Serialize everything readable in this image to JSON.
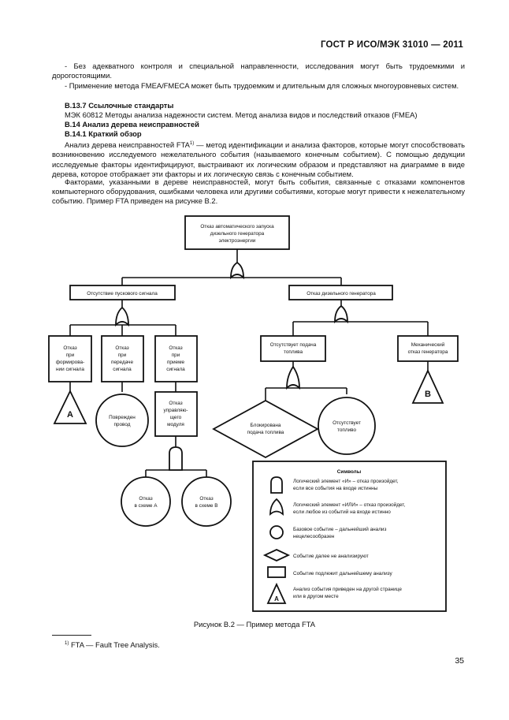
{
  "header": "ГОСТ Р ИСО/МЭК 31010 — 2011",
  "paragraphs": {
    "p1": "- Без адекватного контроля и специальной направленности, исследования могут быть трудоемкими и дорогостоящими.",
    "p2": "- Применение метода FMEA/FMECA может быть трудоемким и длительным для сложных многоуровневых систем.",
    "h1": "B.13.7 Ссылочные стандарты",
    "p3": "МЭК 60812 Методы анализа надежности систем. Метод анализа видов и последствий отказов (FMEA)",
    "h2": "B.14 Анализ дерева неисправностей",
    "h3": "B.14.1 Краткий обзор",
    "p4a": "Анализ дерева неисправностей FTA",
    "p4sup": "1)",
    "p4b": " — метод идентификации и анализа факторов, которые могут способствовать возникновению исследуемого нежелательного события (называемого конечным событием). С помощью дедукции исследуемые факторы идентифицируют, выстраивают их логическим образом и представляют на диаграмме в виде дерева, которое отображает эти факторы и их логическую связь с конечным событием.",
    "p5": "Факторами, указанными в дереве неисправностей, могут быть события, связанные с отказами компонентов компьютерного оборудования, ошибками человека или другими событиями, которые могут привести к нежелательному событию. Пример FTA приведен на рисунке B.2."
  },
  "diagram": {
    "top_event": [
      "Отказ автоматического запуска",
      "дизельного генератора",
      "электроэнергии"
    ],
    "no_start_signal": "Отсутствие пускового сигнала",
    "diesel_failure": "Отказ дизельного генератора",
    "failure_forming": [
      "Отказ",
      "при",
      "формирова-",
      "нии сигнала"
    ],
    "failure_transmit": [
      "Отказ",
      "при",
      "передаче",
      "сигнала"
    ],
    "failure_receive": [
      "Отказ",
      "при",
      "приеме",
      "сигнала"
    ],
    "no_fuel": [
      "Отсутствует подача",
      "топлива"
    ],
    "mech_failure": [
      "Механический",
      "отказ генератора"
    ],
    "transfer_a": "A",
    "transfer_b": "B",
    "damaged_wire": [
      "Поврежден",
      "провод"
    ],
    "control_module": [
      "Отказ",
      "управляю-",
      "щего",
      "модуля"
    ],
    "fuel_blocked": [
      "Блокирована",
      "подача топлива"
    ],
    "no_fuel_basic": [
      "Отсутствует",
      "топливо"
    ],
    "circuit_a": [
      "Отказ",
      "в схеме A"
    ],
    "circuit_b": [
      "Отказ",
      "в схеме B"
    ]
  },
  "legend": {
    "title": "Символы",
    "and_gate": [
      "Логический элемент «И» – отказ произойдет,",
      "если все события на входе истинны"
    ],
    "or_gate": [
      "Логический элемент «ИЛИ» – отказ произойдет,",
      "если любое из событий на входе истинно"
    ],
    "basic": [
      "Базовое событие – дальнейший анализ",
      "нецелесообразен"
    ],
    "undeveloped": "Событие далее не анализируют",
    "intermediate": "Событие подлежит дальнейшему анализу",
    "transfer": [
      "Анализ события приведен на другой странице",
      "или в другом месте"
    ],
    "transfer_letter": "A"
  },
  "caption": "Рисунок B.2 — Пример метода FTA",
  "footnote_mark": "1)",
  "footnote": " FTA — Fault Tree Analysis.",
  "page_number": "35"
}
